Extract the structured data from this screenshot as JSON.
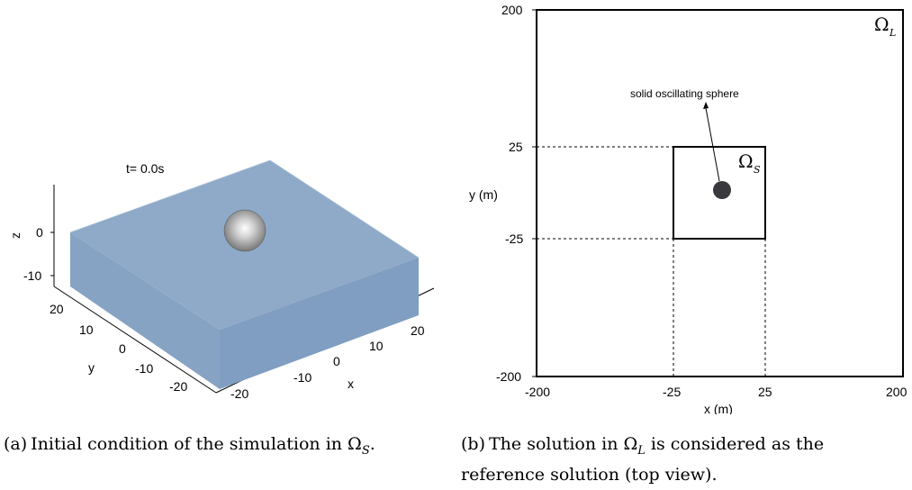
{
  "panel_a": {
    "time_label": "t= 0.0s",
    "z_axis": {
      "label": "z",
      "ticks": [
        "0",
        "-10"
      ]
    },
    "y_axis": {
      "label": "y",
      "ticks": [
        "20",
        "10",
        "0",
        "-10",
        "-20"
      ]
    },
    "x_axis": {
      "label": "x",
      "ticks": [
        "-20",
        "-10",
        "0",
        "10",
        "20"
      ]
    },
    "colors": {
      "block_top": "#8eaac8",
      "block_side": "#7f9fc2",
      "sphere": "#b0b0b0"
    }
  },
  "panel_b": {
    "outer_symbol": "Ω",
    "outer_sub": "L",
    "inner_symbol": "Ω",
    "inner_sub": "S",
    "annotation": "solid oscillating sphere",
    "x_label": "x (m)",
    "y_label": "y (m)",
    "x_ticks": [
      "-200",
      "-25",
      "25",
      "200"
    ],
    "y_ticks": [
      "200",
      "25",
      "-25",
      "-200"
    ],
    "colors": {
      "sphere": "#3a3a3e"
    }
  },
  "captions": {
    "a_label": "(a)",
    "a_text": "Initial condition of the simulation in Ω",
    "a_sub": "S",
    "a_end": ".",
    "b_label": "(b)",
    "b_text_1": "The solution in Ω",
    "b_sub": "L",
    "b_text_2": " is considered as the reference solution (top view)."
  }
}
